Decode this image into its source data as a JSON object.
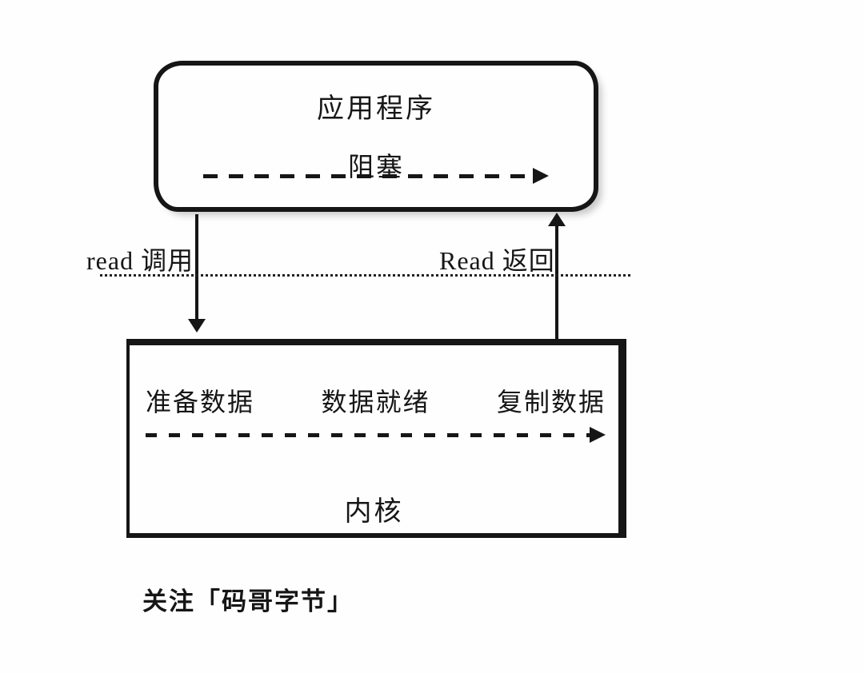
{
  "colors": {
    "ink": "#161616",
    "background": "#fefefe"
  },
  "app_box": {
    "title": "应用程序",
    "status": "阻塞"
  },
  "transition": {
    "call_label": "read 调用",
    "return_label": "Read 返回"
  },
  "kernel_box": {
    "steps": [
      "准备数据",
      "数据就绪",
      "复制数据"
    ],
    "title": "内核"
  },
  "footer": {
    "caption": "关注「码哥字节」"
  },
  "icons": {
    "arrowhead_right": "arrowhead-right-icon",
    "arrowhead_down": "arrowhead-down-icon",
    "arrowhead_up": "arrowhead-up-icon"
  }
}
